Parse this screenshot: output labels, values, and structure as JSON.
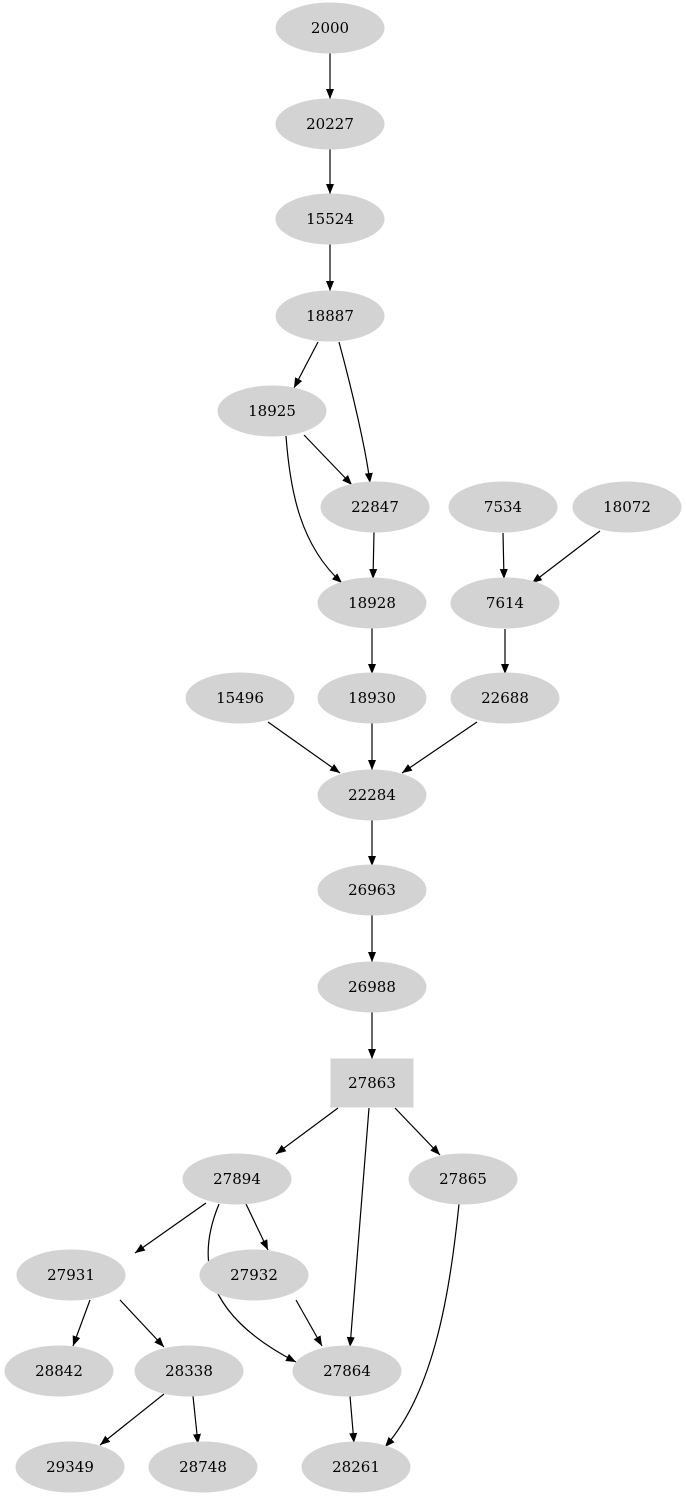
{
  "graph": {
    "node_color": "#d3d3d3",
    "edge_color": "#000000",
    "nodes": [
      {
        "id": "2000",
        "shape": "ellipse"
      },
      {
        "id": "20227",
        "shape": "ellipse"
      },
      {
        "id": "15524",
        "shape": "ellipse"
      },
      {
        "id": "18887",
        "shape": "ellipse"
      },
      {
        "id": "18925",
        "shape": "ellipse"
      },
      {
        "id": "22847",
        "shape": "ellipse"
      },
      {
        "id": "7534",
        "shape": "ellipse"
      },
      {
        "id": "18072",
        "shape": "ellipse"
      },
      {
        "id": "18928",
        "shape": "ellipse"
      },
      {
        "id": "7614",
        "shape": "ellipse"
      },
      {
        "id": "15496",
        "shape": "ellipse"
      },
      {
        "id": "18930",
        "shape": "ellipse"
      },
      {
        "id": "22688",
        "shape": "ellipse"
      },
      {
        "id": "22284",
        "shape": "ellipse"
      },
      {
        "id": "26963",
        "shape": "ellipse"
      },
      {
        "id": "26988",
        "shape": "ellipse"
      },
      {
        "id": "27863",
        "shape": "box"
      },
      {
        "id": "27894",
        "shape": "ellipse"
      },
      {
        "id": "27865",
        "shape": "ellipse"
      },
      {
        "id": "27931",
        "shape": "ellipse"
      },
      {
        "id": "27932",
        "shape": "ellipse"
      },
      {
        "id": "28842",
        "shape": "ellipse"
      },
      {
        "id": "28338",
        "shape": "ellipse"
      },
      {
        "id": "27864",
        "shape": "ellipse"
      },
      {
        "id": "29349",
        "shape": "ellipse"
      },
      {
        "id": "28748",
        "shape": "ellipse"
      },
      {
        "id": "28261",
        "shape": "ellipse"
      }
    ],
    "edges": [
      [
        "2000",
        "20227"
      ],
      [
        "20227",
        "15524"
      ],
      [
        "15524",
        "18887"
      ],
      [
        "18887",
        "18925"
      ],
      [
        "18887",
        "22847"
      ],
      [
        "18925",
        "22847"
      ],
      [
        "18925",
        "18928"
      ],
      [
        "22847",
        "18928"
      ],
      [
        "7534",
        "7614"
      ],
      [
        "18072",
        "7614"
      ],
      [
        "7614",
        "22688"
      ],
      [
        "18928",
        "18930"
      ],
      [
        "15496",
        "22284"
      ],
      [
        "18930",
        "22284"
      ],
      [
        "22688",
        "22284"
      ],
      [
        "22284",
        "26963"
      ],
      [
        "26963",
        "26988"
      ],
      [
        "26988",
        "27863"
      ],
      [
        "27863",
        "27894"
      ],
      [
        "27863",
        "27864"
      ],
      [
        "27863",
        "27865"
      ],
      [
        "27894",
        "27931"
      ],
      [
        "27894",
        "27932"
      ],
      [
        "27894",
        "27864"
      ],
      [
        "27932",
        "27864"
      ],
      [
        "27931",
        "28842"
      ],
      [
        "27931",
        "28338"
      ],
      [
        "28338",
        "29349"
      ],
      [
        "28338",
        "28748"
      ],
      [
        "27864",
        "28261"
      ],
      [
        "27865",
        "28261"
      ]
    ]
  }
}
